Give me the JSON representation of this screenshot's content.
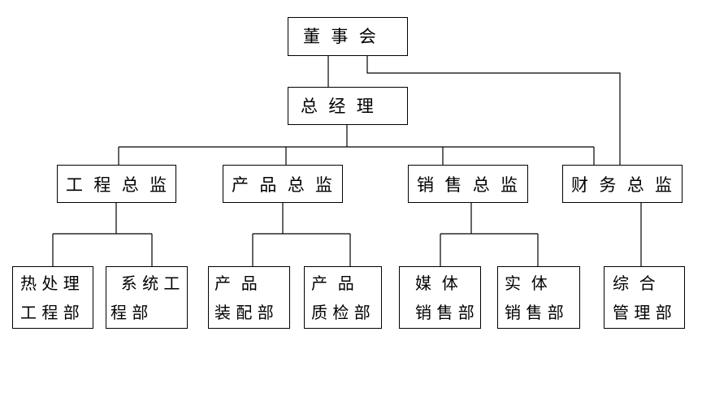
{
  "org_chart": {
    "board": "董  事  会",
    "ceo": "总  经  理",
    "directors": {
      "engineering": "工  程  总  监",
      "product": "产  品  总  监",
      "sales": "销  售  总  监",
      "finance": "财  务  总  监"
    },
    "departments": {
      "heat_treatment": {
        "line1": "热 处 理",
        "line2": "工 程 部"
      },
      "systems": {
        "line1": "  系 统 工",
        "line2": "程 部"
      },
      "assembly": {
        "line1": "产  品",
        "line2": "装 配 部"
      },
      "qc": {
        "line1": "产  品",
        "line2": "质 检 部"
      },
      "media_sales": {
        "line1": "媒  体",
        "line2": "销 售 部"
      },
      "retail_sales": {
        "line1": "实  体",
        "line2": "销 售 部"
      },
      "general_mgmt": {
        "line1": "综  合",
        "line2": "管 理 部"
      }
    }
  }
}
